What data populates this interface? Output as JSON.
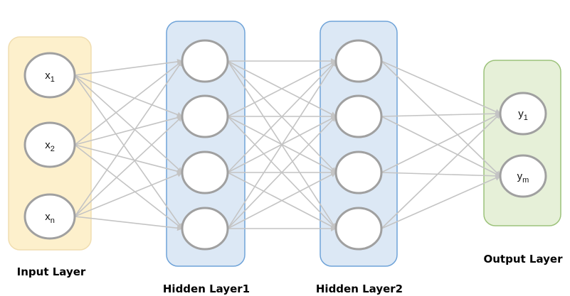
{
  "layers": [
    {
      "name": "Input Layer",
      "color": "#ee1c1c",
      "fill": "#fdf0cc",
      "stroke": "#f0ddb0",
      "nodes": [
        {
          "base": "x",
          "sub": "1"
        },
        {
          "base": "x",
          "sub": "2"
        },
        {
          "base": "x",
          "sub": "n"
        }
      ]
    },
    {
      "name": "Hidden Layer1",
      "color": "#3b7cc4",
      "fill": "#dce8f5",
      "stroke": "#6fa3d8",
      "nodes": [
        {},
        {},
        {},
        {}
      ]
    },
    {
      "name": "Hidden Layer2",
      "color": "#3b7cc4",
      "fill": "#dce8f5",
      "stroke": "#6fa3d8",
      "nodes": [
        {},
        {},
        {},
        {}
      ]
    },
    {
      "name": "Output Layer",
      "color": "#5b8c2a",
      "fill": "#e6f0d8",
      "stroke": "#9cc27a",
      "nodes": [
        {
          "base": "y",
          "sub": "1"
        },
        {
          "base": "y",
          "sub": "m"
        }
      ]
    }
  ],
  "edge_color": "#c4c4c4",
  "node_stroke": "#a0a0a0"
}
